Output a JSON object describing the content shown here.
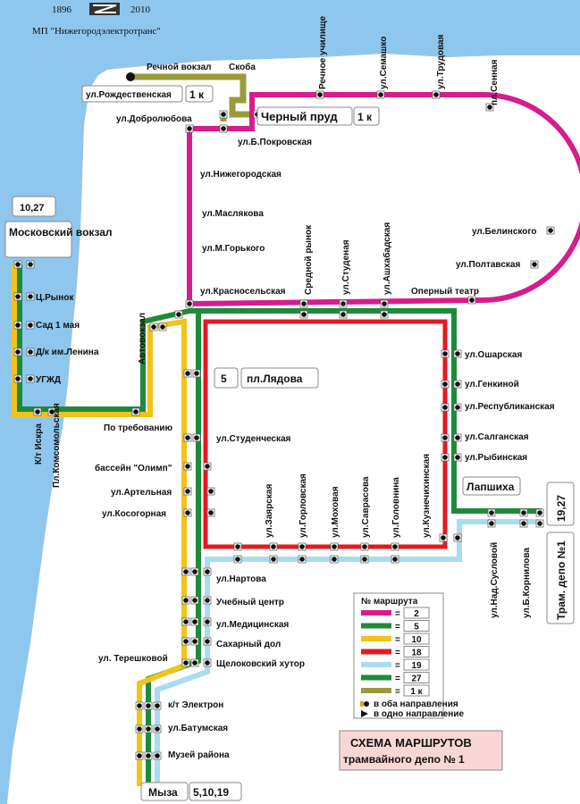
{
  "header": {
    "year_start": "1896",
    "year_end": "2010",
    "org": "МП \"Нижегородэлектротранс\""
  },
  "route_colors": {
    "r2": "#d61d8d",
    "r5": "#1f8b3a",
    "r10": "#f2c318",
    "r18": "#e11b22",
    "r19": "#a8dcf0",
    "r27": "#1f8b3a",
    "r1k": "#9a9a3c",
    "river": "#8fc6ee"
  },
  "terminals": {
    "moskovsky": {
      "routes": "10,27",
      "name": "Московский вокзал"
    },
    "ryadovaya_1k": "1 к",
    "cherny_prud_1k": "1 к",
    "lyadova_num": "5",
    "lyadova_name": "пл.Лядова",
    "laphsiha": "Лапшиха",
    "laphsiha_routes": "19,27",
    "depo": "Трам. депо №1",
    "mysa_name": "Мыза",
    "mysa_routes": "5,10,19"
  },
  "stations": {
    "rechnoy_vokzal": "Речной вокзал",
    "skoba": "Скоба",
    "rozhdestvenskaya": "ул.Рождественская",
    "dobrolyubova": "ул.Добролюбова",
    "cherny_prud": "Черный пруд",
    "b_pokrovskaya": "ул.Б.Покровская",
    "nizhegorodskaya": "ул.Нижегородская",
    "maslyakova": "ул.Маслякова",
    "m_gorkogo": "ул.М.Горького",
    "krasnoselskaya": "ул.Красносельская",
    "rechnoe_uchilishe": "Речное училище",
    "semashko": "ул.Семашко",
    "trudovaya": "ул.Трудовая",
    "sennaya": "пл.Сенная",
    "belinskogo": "ул.Белинского",
    "poltavskaya": "ул.Полтавская",
    "operny": "Оперный театр",
    "sredny_rynok": "Средной рынок",
    "studenaya": "ул.Студеная",
    "ashkhabadskaya": "ул.Ашхабадская",
    "ts_rynok": "Ц.Рынок",
    "sad_1_maya": "Сад 1 мая",
    "dk_lenina": "Д/к им.Ленина",
    "ugzhd": "УГЖД",
    "avtovokzal": "Автовокзал",
    "kt_iskra": "К/т Искра",
    "pl_komsomolskaya": "Пл.Комсомольская",
    "po_trebovaniyu": "По требованию",
    "osharskaya": "ул.Ошарская",
    "genkinoy": "ул.Генкиной",
    "respublikanskaya": "ул.Республиканская",
    "salganskaya": "ул.Салганская",
    "rybinskaya": "ул.Рыбинская",
    "studencheskaya": "ул.Студенческая",
    "basseyn": "бассейн \"Олимп\"",
    "artelnaya": "ул.Артельная",
    "kosogornaya": "ул.Косогорная",
    "zaryskaya": "ул.Заярская",
    "gorlovskaya": "ул.Горловская",
    "mokhovaya": "ул.Моховая",
    "savrasova": "ул.Саврасова",
    "golovnina": "ул.Головнина",
    "kuznechikhinskaya": "ул.Кузнечихинская",
    "nad_suslovoy": "ул.Над.Сусловой",
    "b_kornilova": "ул.Б.Корнилова",
    "nartova": "ул.Нартова",
    "uchebny_tsentr": "Учебный центр",
    "meditsinskaya": "ул.Медицинская",
    "sakharny_dol": "Сахарный дол",
    "shchelokovsky": "Щелоковский хутор",
    "tereshkovoy": "ул. Терешковой",
    "kt_elektron": "к/т Электрон",
    "batumskaya": "ул.Батумская",
    "muzey": "Музей района"
  },
  "legend": {
    "title": "№ маршрута",
    "routes": [
      {
        "label": "2",
        "color": "#d61d8d"
      },
      {
        "label": "5",
        "color": "#1f8b3a"
      },
      {
        "label": "10",
        "color": "#f2c318"
      },
      {
        "label": "18",
        "color": "#e11b22"
      },
      {
        "label": "19",
        "color": "#a8dcf0"
      },
      {
        "label": "27",
        "color": "#1f8b3a"
      },
      {
        "label": "1 к",
        "color": "#9a9a3c"
      }
    ],
    "both_dir": "в оба направления",
    "one_dir": "в одно направление"
  },
  "footer": {
    "line1": "СХЕМА МАРШРУТОВ",
    "line2": "трамвайного  депо  № 1"
  }
}
